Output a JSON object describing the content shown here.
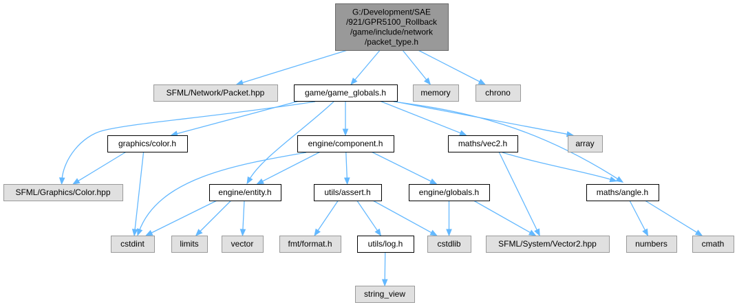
{
  "colors": {
    "root_fill": "#999999",
    "root_border": "#666666",
    "documented_fill": "#ffffff",
    "documented_border": "#000000",
    "external_fill": "#e0e0e0",
    "external_border": "#999999",
    "edge": "#63b8ff"
  },
  "nodes": [
    {
      "id": "packet_type",
      "kind": "root",
      "lines": [
        "G:/Development/SAE",
        "/921/GPR5100_Rollback",
        "/game/include/network",
        "/packet_type.h"
      ]
    },
    {
      "id": "sfml_packet",
      "kind": "external",
      "lines": [
        "SFML/Network/Packet.hpp"
      ]
    },
    {
      "id": "game_globals",
      "kind": "documented",
      "lines": [
        "game/game_globals.h"
      ]
    },
    {
      "id": "memory",
      "kind": "external",
      "lines": [
        "memory"
      ]
    },
    {
      "id": "chrono",
      "kind": "external",
      "lines": [
        "chrono"
      ]
    },
    {
      "id": "graphics_color",
      "kind": "documented",
      "lines": [
        "graphics/color.h"
      ]
    },
    {
      "id": "engine_component",
      "kind": "documented",
      "lines": [
        "engine/component.h"
      ]
    },
    {
      "id": "maths_vec2",
      "kind": "documented",
      "lines": [
        "maths/vec2.h"
      ]
    },
    {
      "id": "array",
      "kind": "external",
      "lines": [
        "array"
      ]
    },
    {
      "id": "sfml_color",
      "kind": "external",
      "lines": [
        "SFML/Graphics/Color.hpp"
      ]
    },
    {
      "id": "engine_entity",
      "kind": "documented",
      "lines": [
        "engine/entity.h"
      ]
    },
    {
      "id": "utils_assert",
      "kind": "documented",
      "lines": [
        "utils/assert.h"
      ]
    },
    {
      "id": "engine_globals",
      "kind": "documented",
      "lines": [
        "engine/globals.h"
      ]
    },
    {
      "id": "maths_angle",
      "kind": "documented",
      "lines": [
        "maths/angle.h"
      ]
    },
    {
      "id": "cstdint",
      "kind": "external",
      "lines": [
        "cstdint"
      ]
    },
    {
      "id": "limits",
      "kind": "external",
      "lines": [
        "limits"
      ]
    },
    {
      "id": "vector",
      "kind": "external",
      "lines": [
        "vector"
      ]
    },
    {
      "id": "fmt_format",
      "kind": "external",
      "lines": [
        "fmt/format.h"
      ]
    },
    {
      "id": "utils_log",
      "kind": "documented",
      "lines": [
        "utils/log.h"
      ]
    },
    {
      "id": "cstdlib",
      "kind": "external",
      "lines": [
        "cstdlib"
      ]
    },
    {
      "id": "sfml_vector2",
      "kind": "external",
      "lines": [
        "SFML/System/Vector2.hpp"
      ]
    },
    {
      "id": "numbers",
      "kind": "external",
      "lines": [
        "numbers"
      ]
    },
    {
      "id": "cmath",
      "kind": "external",
      "lines": [
        "cmath"
      ]
    },
    {
      "id": "string_view",
      "kind": "external",
      "lines": [
        "string_view"
      ]
    }
  ],
  "edges": [
    {
      "from": "packet_type",
      "to": "sfml_packet"
    },
    {
      "from": "packet_type",
      "to": "game_globals"
    },
    {
      "from": "packet_type",
      "to": "memory"
    },
    {
      "from": "packet_type",
      "to": "chrono"
    },
    {
      "from": "game_globals",
      "to": "graphics_color"
    },
    {
      "from": "game_globals",
      "to": "sfml_color"
    },
    {
      "from": "game_globals",
      "to": "engine_entity"
    },
    {
      "from": "game_globals",
      "to": "engine_component"
    },
    {
      "from": "game_globals",
      "to": "maths_vec2"
    },
    {
      "from": "game_globals",
      "to": "array"
    },
    {
      "from": "game_globals",
      "to": "maths_angle"
    },
    {
      "from": "graphics_color",
      "to": "sfml_color"
    },
    {
      "from": "graphics_color",
      "to": "cstdint"
    },
    {
      "from": "engine_component",
      "to": "cstdint"
    },
    {
      "from": "engine_component",
      "to": "engine_entity"
    },
    {
      "from": "engine_component",
      "to": "utils_assert"
    },
    {
      "from": "engine_component",
      "to": "engine_globals"
    },
    {
      "from": "maths_vec2",
      "to": "sfml_vector2"
    },
    {
      "from": "maths_vec2",
      "to": "maths_angle"
    },
    {
      "from": "engine_entity",
      "to": "cstdint"
    },
    {
      "from": "engine_entity",
      "to": "limits"
    },
    {
      "from": "engine_entity",
      "to": "vector"
    },
    {
      "from": "utils_assert",
      "to": "fmt_format"
    },
    {
      "from": "utils_assert",
      "to": "utils_log"
    },
    {
      "from": "utils_assert",
      "to": "cstdlib"
    },
    {
      "from": "engine_globals",
      "to": "cstdlib"
    },
    {
      "from": "engine_globals",
      "to": "sfml_vector2"
    },
    {
      "from": "maths_angle",
      "to": "numbers"
    },
    {
      "from": "maths_angle",
      "to": "cmath"
    },
    {
      "from": "utils_log",
      "to": "string_view"
    }
  ]
}
